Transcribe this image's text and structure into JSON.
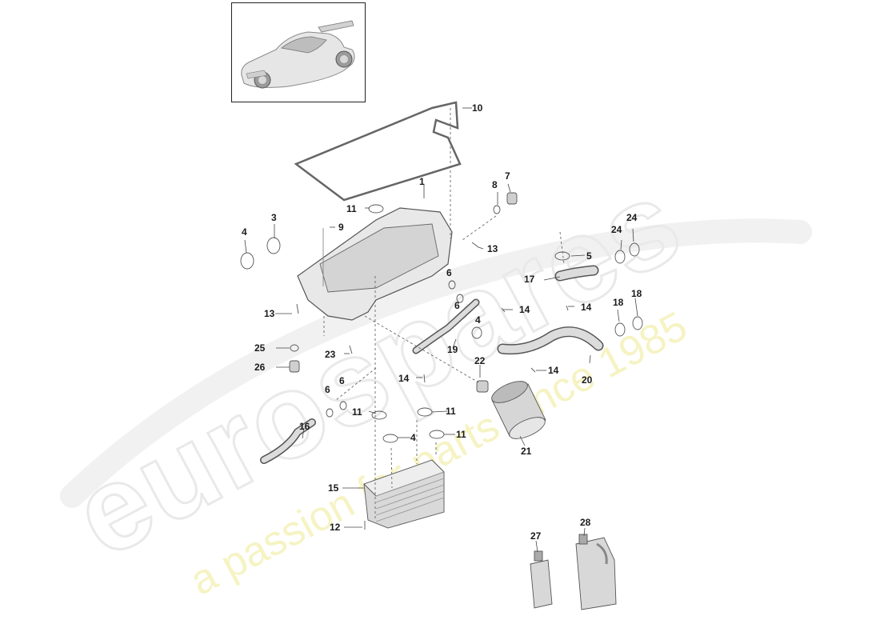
{
  "watermark": {
    "brand": "eurospares",
    "tagline": "a passion for parts since 1985"
  },
  "callouts": [
    {
      "id": "1",
      "text": "1"
    },
    {
      "id": "3",
      "text": "3"
    },
    {
      "id": "4a",
      "text": "4"
    },
    {
      "id": "4b",
      "text": "4"
    },
    {
      "id": "4c",
      "text": "4"
    },
    {
      "id": "5",
      "text": "5"
    },
    {
      "id": "6a",
      "text": "6"
    },
    {
      "id": "6b",
      "text": "6"
    },
    {
      "id": "6c",
      "text": "6"
    },
    {
      "id": "6d",
      "text": "6"
    },
    {
      "id": "7",
      "text": "7"
    },
    {
      "id": "8",
      "text": "8"
    },
    {
      "id": "9",
      "text": "9"
    },
    {
      "id": "10",
      "text": "10"
    },
    {
      "id": "11a",
      "text": "11"
    },
    {
      "id": "11b",
      "text": "11"
    },
    {
      "id": "11c",
      "text": "11"
    },
    {
      "id": "11d",
      "text": "11"
    },
    {
      "id": "12",
      "text": "12"
    },
    {
      "id": "13a",
      "text": "13"
    },
    {
      "id": "13b",
      "text": "13"
    },
    {
      "id": "14a",
      "text": "14"
    },
    {
      "id": "14b",
      "text": "14"
    },
    {
      "id": "14c",
      "text": "14"
    },
    {
      "id": "14d",
      "text": "14"
    },
    {
      "id": "15",
      "text": "15"
    },
    {
      "id": "16",
      "text": "16"
    },
    {
      "id": "17",
      "text": "17"
    },
    {
      "id": "18a",
      "text": "18"
    },
    {
      "id": "18b",
      "text": "18"
    },
    {
      "id": "19",
      "text": "19"
    },
    {
      "id": "20",
      "text": "20"
    },
    {
      "id": "21",
      "text": "21"
    },
    {
      "id": "22",
      "text": "22"
    },
    {
      "id": "23",
      "text": "23"
    },
    {
      "id": "24a",
      "text": "24"
    },
    {
      "id": "24b",
      "text": "24"
    },
    {
      "id": "25",
      "text": "25"
    },
    {
      "id": "26",
      "text": "26"
    },
    {
      "id": "27",
      "text": "27"
    },
    {
      "id": "28",
      "text": "28"
    }
  ]
}
